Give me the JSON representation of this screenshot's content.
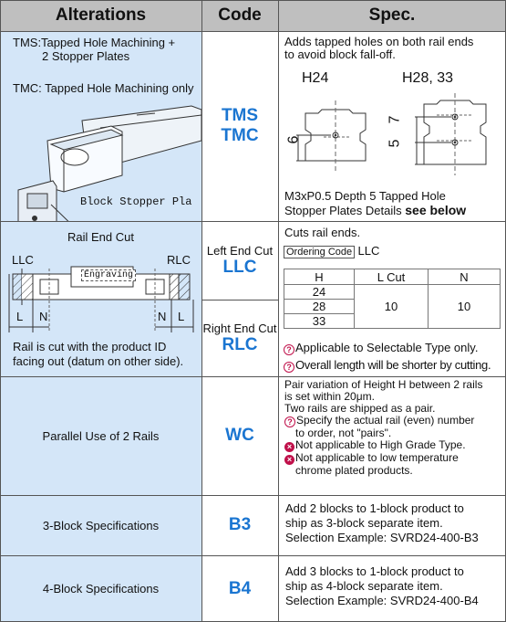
{
  "header": {
    "alterations": "Alterations",
    "code": "Code",
    "spec": "Spec."
  },
  "row_tms": {
    "alt_line1": "TMS:Tapped Hole Machining +",
    "alt_line2": "2 Stopper Plates",
    "alt_line3": "TMC: Tapped Hole Machining only",
    "callout": "Block Stopper Pla",
    "code1": "TMS",
    "code2": "TMC",
    "spec_line1": "Adds tapped holes on both rail ends",
    "spec_line2": "to avoid block fall-off.",
    "h24": "H24",
    "h2833": "H28, 33",
    "dim6": "6",
    "dim5": "5",
    "dim7": "7",
    "spec_line3": "M3xP0.5 Depth 5 Tapped Hole",
    "spec_line4": "Stopper Plates Details",
    "see_below": "see below"
  },
  "row_cut": {
    "title": "Rail End Cut",
    "llc": "LLC",
    "rlc": "RLC",
    "engraving": "Engraving",
    "l": "L",
    "n": "N",
    "note1": "Rail is cut with the product ID",
    "note2": "facing out (datum on other side).",
    "left_label": "Left End Cut",
    "left_code": "LLC",
    "right_label": "Right End Cut",
    "right_code": "RLC",
    "spec_title": "Cuts rail ends.",
    "ordering_code": "Ordering Code",
    "ordering_value": "LLC",
    "table_headers": [
      "H",
      "L Cut",
      "N"
    ],
    "table_h": [
      "24",
      "28",
      "33"
    ],
    "table_lcut": "10",
    "table_n": "10",
    "note_a": "Applicable to Selectable Type only.",
    "note_b": "Overall length will be shorter by cutting."
  },
  "row_wc": {
    "alt": "Parallel Use of 2 Rails",
    "code": "WC",
    "s1": "Pair variation of Height H between 2 rails",
    "s2": "is set within 20μm.",
    "s3": "Two rails are shipped as a pair.",
    "s4": "Specify the actual rail (even) number",
    "s5": "to order, not \"pairs\".",
    "s6": "Not applicable to High Grade Type.",
    "s7": "Not applicable to low temperature",
    "s8": "chrome plated products."
  },
  "row_b3": {
    "alt": "3-Block Specifications",
    "code": "B3",
    "s1": "Add 2 blocks to 1-block product to",
    "s2": "ship as 3-block separate item.",
    "s3": "Selection Example: SVRD24-400-B3"
  },
  "row_b4": {
    "alt": "4-Block Specifications",
    "code": "B4",
    "s1": "Add 3 blocks to 1-block product to",
    "s2": "ship as 4-block separate item.",
    "s3": "Selection Example: SVRD24-400-B4"
  },
  "icons": {
    "tip": "lightbulb-tip-icon",
    "no": "prohibited-icon"
  },
  "colors": {
    "code_blue": "#1a75d1",
    "alt_bg": "#d4e6f8",
    "header_bg": "#bfbfbf",
    "warn": "#c0104a"
  }
}
